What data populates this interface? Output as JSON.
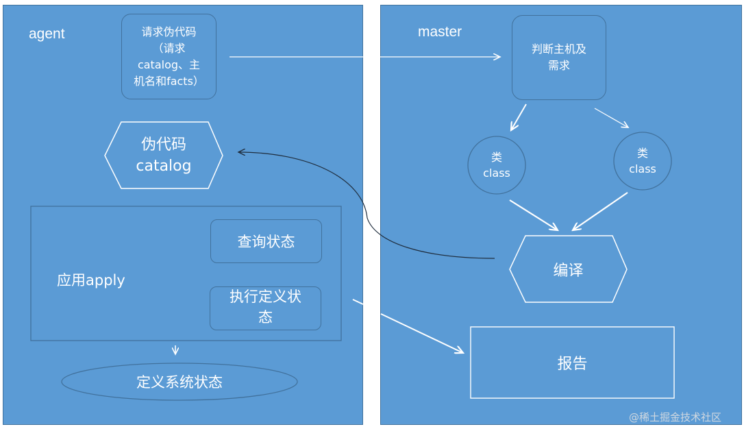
{
  "agent": {
    "title": "agent",
    "request_box": [
      "请求伪代码",
      "（请求",
      "catalog、主",
      "机名和facts）"
    ],
    "catalog_hex": [
      "伪代码",
      "catalog"
    ],
    "apply_label": "应用apply",
    "query_state": "查询状态",
    "exec_state": [
      "执行定义状",
      "态"
    ],
    "define_state": "定义系统状态"
  },
  "master": {
    "title": "master",
    "judge_box": [
      "判断主机及",
      "需求"
    ],
    "class_left": [
      "类",
      "class"
    ],
    "class_right": [
      "类",
      "class"
    ],
    "compile": "编译",
    "report": "报告"
  },
  "watermark": "@稀土掘金技术社区",
  "colors": {
    "panel_fill": "#5b9bd5",
    "shape_border": "#41719c",
    "line": "#ffffff",
    "curve": "#1f2d3d"
  }
}
